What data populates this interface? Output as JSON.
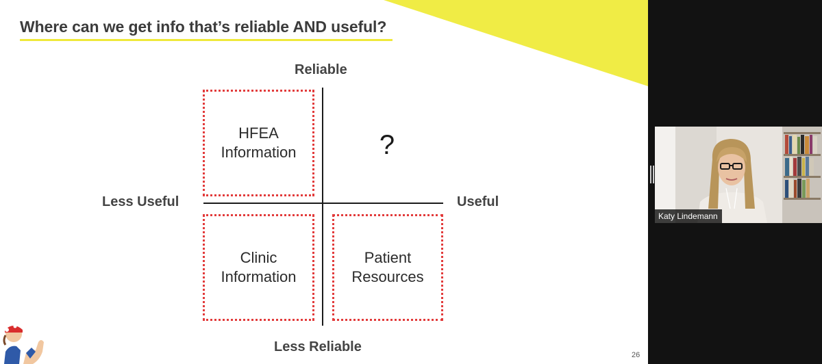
{
  "slide": {
    "title": "Where can we get info that’s reliable AND useful?",
    "axes": {
      "top": "Reliable",
      "bottom": "Less Reliable",
      "left": "Less Useful",
      "right": "Useful"
    },
    "quadrants": {
      "top_left": [
        "HFEA",
        "Information"
      ],
      "top_right": "?",
      "bottom_left": [
        "Clinic",
        "Information"
      ],
      "bottom_right": [
        "Patient",
        "Resources"
      ]
    },
    "page_number": "26",
    "colors": {
      "accent_yellow": "#efe93a",
      "box_border": "#e23a3a"
    }
  },
  "video": {
    "participant_name": "Katy Lindemann"
  }
}
